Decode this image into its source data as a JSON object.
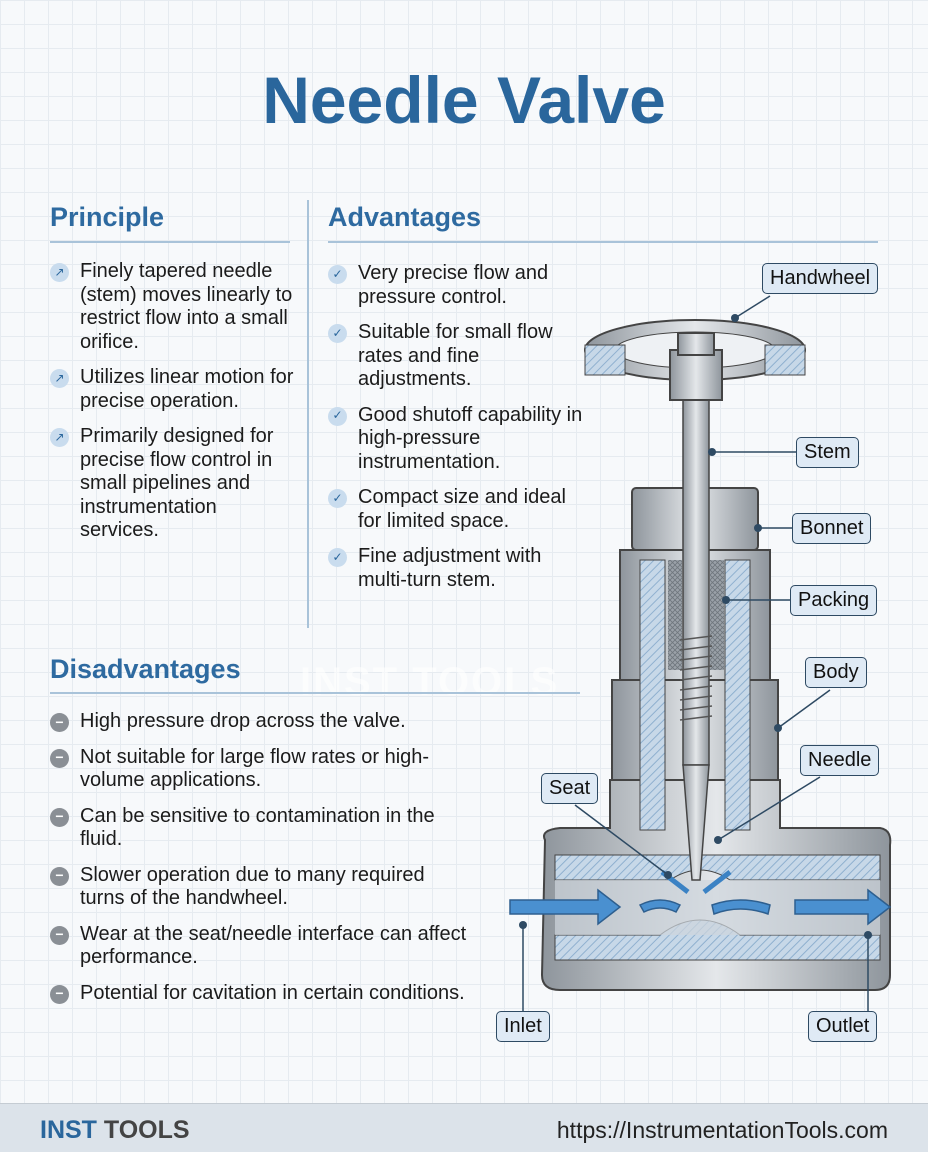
{
  "title": "Needle Valve",
  "principle": {
    "heading": "Principle",
    "items": [
      "Finely tapered needle (stem) moves linearly to restrict flow into a small orifice.",
      "Utilizes linear motion for precise operation.",
      "Primarily designed for precise flow control in small pipelines and instrumentation services."
    ]
  },
  "advantages": {
    "heading": "Advantages",
    "items": [
      "Very precise flow and pressure control.",
      "Suitable for small flow rates and fine adjustments.",
      "Good shutoff capability in high-pressure instrumentation.",
      "Compact size and ideal for limited space.",
      "Fine adjustment with multi-turn stem."
    ]
  },
  "disadvantages": {
    "heading": "Disadvantages",
    "items": [
      "High pressure drop across the valve.",
      "Not suitable for large flow rates or high-volume applications.",
      "Can be sensitive to contamination in the fluid.",
      "Slower operation due to many required turns of the handwheel.",
      "Wear at the seat/needle interface can affect performance.",
      "Potential for cavitation in certain conditions."
    ]
  },
  "labels": {
    "handwheel": "Handwheel",
    "stem": "Stem",
    "bonnet": "Bonnet",
    "packing": "Packing",
    "body": "Body",
    "needle": "Needle",
    "seat": "Seat",
    "inlet": "Inlet",
    "outlet": "Outlet"
  },
  "watermark": "INST TOOLS",
  "footer": {
    "brand_a": "INST",
    "brand_b": "TOOLS",
    "url": "https://InstrumentationTools.com"
  },
  "colors": {
    "title": "#2a669c",
    "accent": "#2e6aa0",
    "flow": "#4a90d0"
  }
}
